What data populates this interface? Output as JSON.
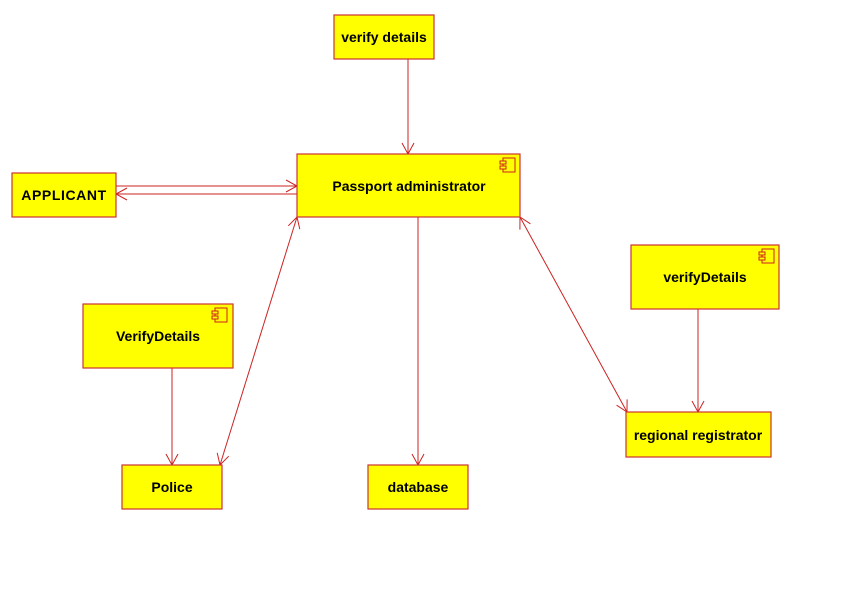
{
  "nodes": {
    "verify_details_top": {
      "label": "verify details",
      "component": false
    },
    "passport_admin": {
      "label": "Passport administrator",
      "component": true
    },
    "applicant": {
      "label": "APPLICANT",
      "component": false
    },
    "verify_details_left": {
      "label": "VerifyDetails",
      "component": true
    },
    "verify_details_right": {
      "label": "verifyDetails",
      "component": true
    },
    "police": {
      "label": "Police",
      "component": false
    },
    "database": {
      "label": "database",
      "component": false
    },
    "regional_registrator": {
      "label": "regional registrator",
      "component": false
    }
  },
  "edges": [
    {
      "from": "verify_details_top",
      "to": "passport_admin",
      "arrows": "end"
    },
    {
      "from": "applicant",
      "to": "passport_admin",
      "arrows": "end"
    },
    {
      "from": "passport_admin",
      "to": "applicant",
      "arrows": "end"
    },
    {
      "from": "passport_admin",
      "to": "database",
      "arrows": "end"
    },
    {
      "from": "verify_details_left",
      "to": "police",
      "arrows": "end"
    },
    {
      "from": "police",
      "to": "passport_admin",
      "arrows": "both"
    },
    {
      "from": "passport_admin",
      "to": "regional_registrator",
      "arrows": "both"
    },
    {
      "from": "verify_details_right",
      "to": "regional_registrator",
      "arrows": "end"
    }
  ],
  "colors": {
    "node_fill": "#ffff00",
    "node_stroke": "#cc3333",
    "edge": "#cc2222"
  }
}
